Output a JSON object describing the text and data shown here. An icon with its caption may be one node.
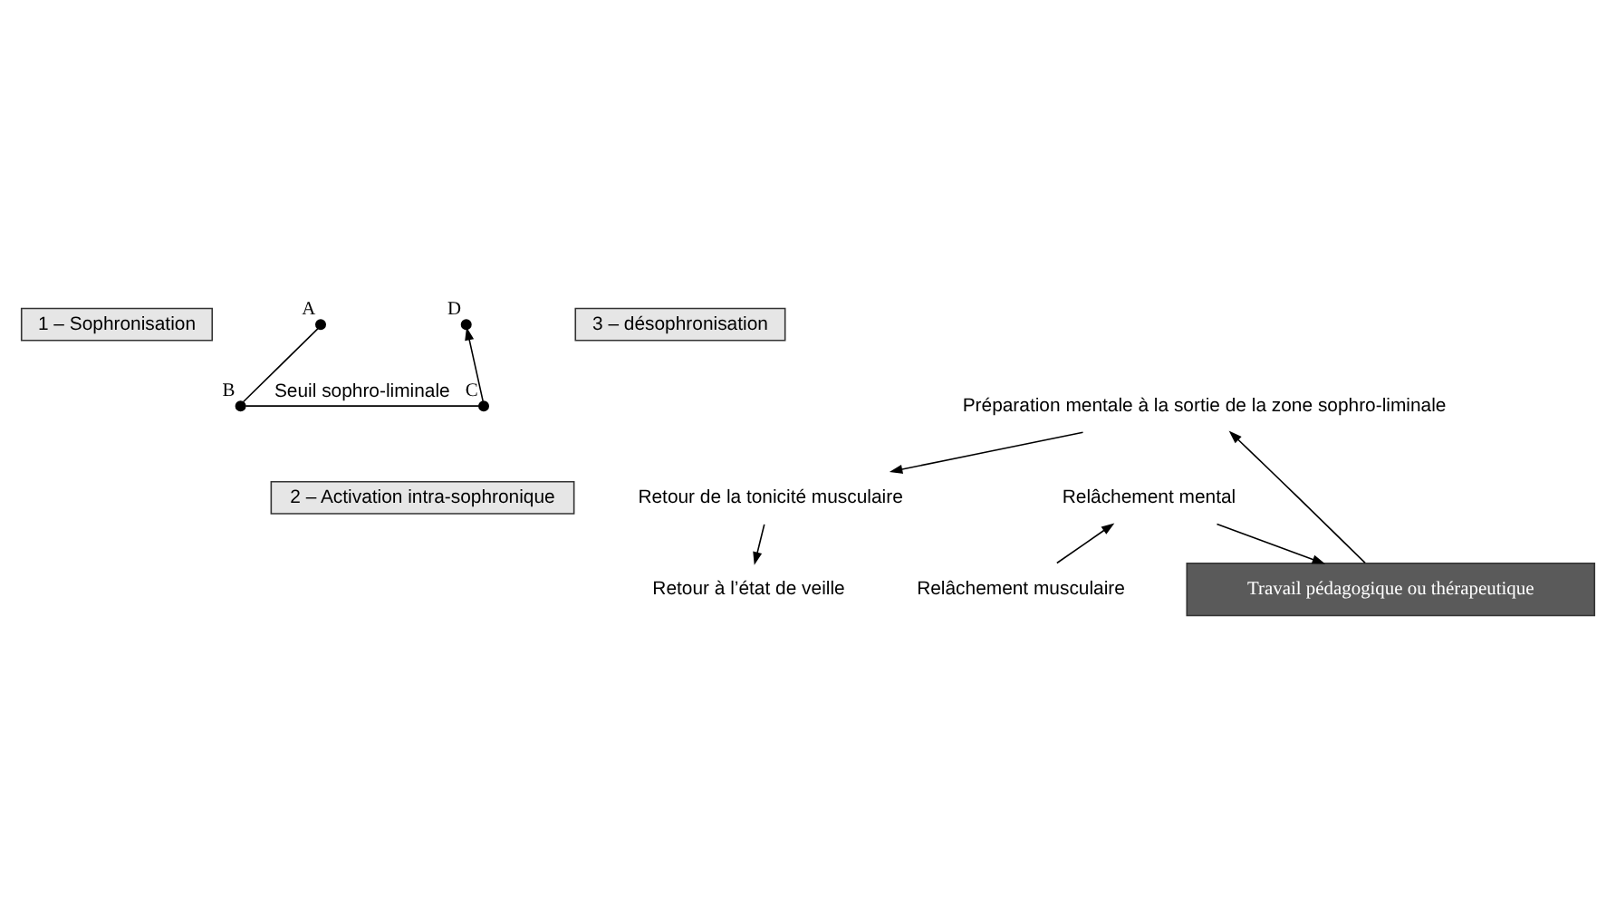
{
  "diagram": {
    "nodes": [
      {
        "text": [
          "1 – Sophronisation"
        ]
      },
      {
        "text": [
          "A"
        ]
      },
      {
        "text": [
          "D"
        ]
      },
      {
        "text": [
          "3 – désophronisation"
        ]
      },
      {
        "text": [
          "Relâchement musculaire"
        ]
      },
      {
        "text": [
          "Retour à l’état de veille"
        ]
      },
      {
        "text": [
          "Relâchement mental"
        ]
      },
      {
        "text": [
          "Retour de la tonicité musculaire"
        ]
      },
      {
        "text": [
          "Préparation mentale à la sortie de la zone sophro-liminale"
        ]
      },
      {
        "text": [
          "B"
        ]
      },
      {
        "text": [
          "C"
        ]
      },
      {
        "text": [
          "2 – Activation intra-sophronique"
        ]
      },
      {
        "text": [
          "Travail pédagogique ou thérapeutique"
        ]
      }
    ],
    "edges": [
      {
        "from": 4,
        "to": 6,
        "arrow": "to"
      },
      {
        "from": 1,
        "to": 9,
        "arrow": "none"
      },
      {
        "from": 9,
        "to": 10,
        "arrow": "none",
        "label": "Seuil sophro-liminale"
      },
      {
        "from": 10,
        "to": 2,
        "arrow": "to"
      },
      {
        "from": 8,
        "to": 7,
        "arrow": "to"
      },
      {
        "from": 7,
        "to": 5,
        "arrow": "to"
      },
      {
        "from": 6,
        "to": 12,
        "arrow": "to"
      },
      {
        "from": 12,
        "to": 8,
        "arrow": "to"
      }
    ]
  }
}
